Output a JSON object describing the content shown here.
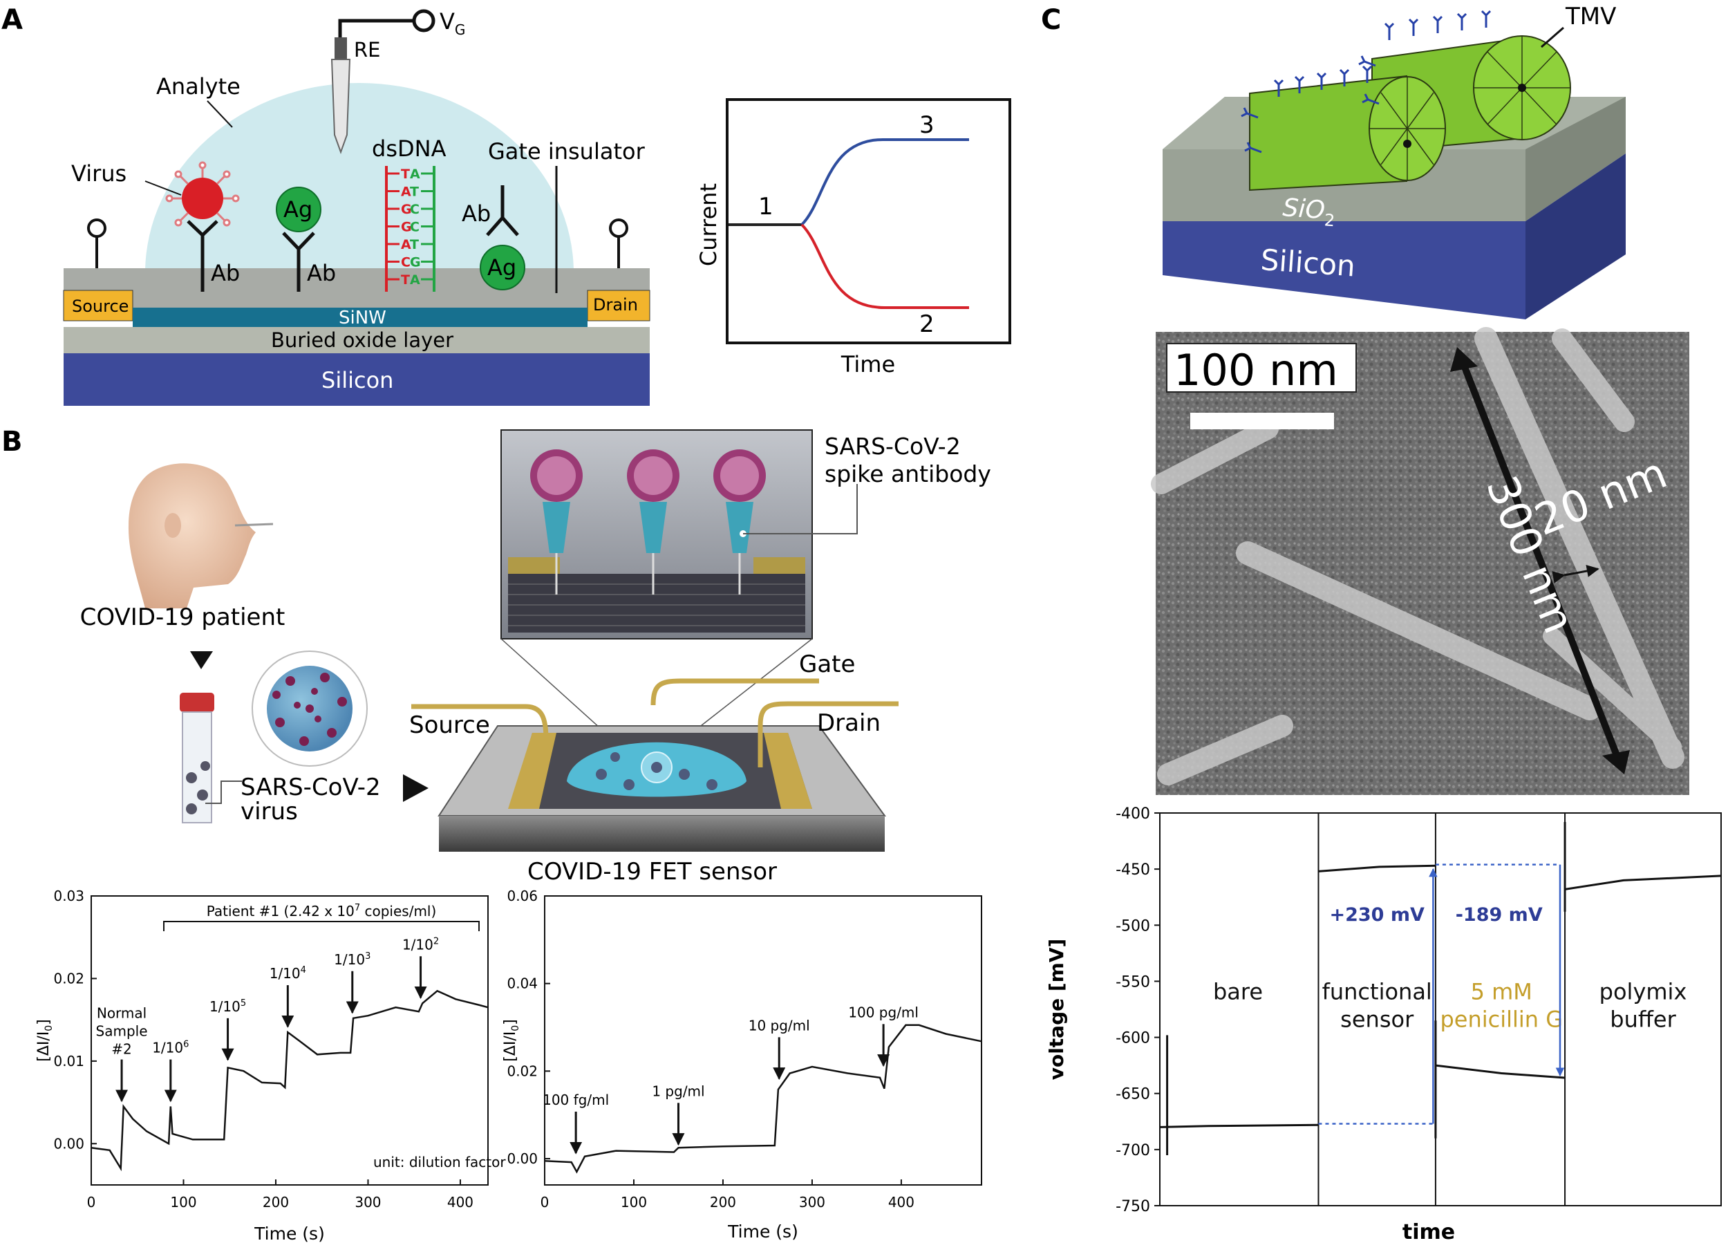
{
  "panel_labels": {
    "a": "A",
    "b": "B",
    "c": "C"
  },
  "panel_a": {
    "vg": "V",
    "vg_sub": "G",
    "re": "RE",
    "analyte": "Analyte",
    "virus": "Virus",
    "ag": "Ag",
    "ab": "Ab",
    "dsdna": "dsDNA",
    "gate_insulator": "Gate insulator",
    "source": "Source",
    "drain": "Drain",
    "sinw": "SiNW",
    "buried_oxide": "Buried oxide layer",
    "silicon": "Silicon",
    "dna_pairs": [
      [
        "T",
        "A"
      ],
      [
        "A",
        "T"
      ],
      [
        "G",
        "C"
      ],
      [
        "G",
        "C"
      ],
      [
        "A",
        "T"
      ],
      [
        "C",
        "G"
      ],
      [
        "T",
        "A"
      ]
    ],
    "colors": {
      "liquid": "#cfeaee",
      "silicon": "#3d4a9a",
      "oxide": "#b4b8ae",
      "sinw": "#17708f",
      "electrode": "#f2b42c",
      "virus": "#d91f26",
      "ag": "#22a544"
    }
  },
  "panel_a_chart": {
    "xlabel": "Time",
    "ylabel": "Current",
    "curve_labels": [
      "1",
      "2",
      "3"
    ],
    "colors": {
      "up": "#2e4d9e",
      "down": "#d6222a",
      "base": "#222222"
    }
  },
  "panel_b": {
    "patient": "COVID-19 patient",
    "virus_label_1": "SARS-CoV-2",
    "virus_label_2": "virus",
    "spike_1": "SARS-CoV-2",
    "spike_2": "spike antibody",
    "gate": "Gate",
    "source": "Source",
    "drain": "Drain",
    "sensor": "COVID-19 FET sensor"
  },
  "panel_c": {
    "tmv": "TMV",
    "sio2": "SiO",
    "sio2_sub": "2",
    "silicon": "Silicon",
    "scale": "100 nm",
    "len": "300 nm",
    "width": "20 nm"
  },
  "chart_data": [
    {
      "type": "line",
      "xlabel": "Time (s)",
      "ylabel": "[ΔI/I",
      "ylabel_sub": "0",
      "ylabel_end": "]",
      "xlim": [
        0,
        430
      ],
      "ylim": [
        -0.005,
        0.03
      ],
      "xticks": [
        0,
        100,
        200,
        300,
        400
      ],
      "yticks": [
        "0.00",
        "0.01",
        "0.02",
        "0.03"
      ],
      "bracket_label": "Patient #1 (2.42 x 10",
      "bracket_label_sup": "7",
      "bracket_label_end": " copies/ml)",
      "unit_note": "unit: dilution factor",
      "annotations": [
        {
          "x": 33,
          "y": 0.0045,
          "lines": [
            "Normal",
            "Sample",
            "#2"
          ]
        },
        {
          "x": 86,
          "y": 0.0045,
          "text": "1/10",
          "sup": "6"
        },
        {
          "x": 148,
          "y": 0.0095,
          "text": "1/10",
          "sup": "5"
        },
        {
          "x": 213,
          "y": 0.0135,
          "text": "1/10",
          "sup": "4"
        },
        {
          "x": 283,
          "y": 0.0152,
          "text": "1/10",
          "sup": "3"
        },
        {
          "x": 357,
          "y": 0.017,
          "text": "1/10",
          "sup": "2"
        }
      ],
      "points": [
        [
          0,
          -0.0005
        ],
        [
          20,
          -0.0008
        ],
        [
          32,
          -0.003
        ],
        [
          35,
          0.0045
        ],
        [
          45,
          0.003
        ],
        [
          60,
          0.0015
        ],
        [
          84,
          0.0
        ],
        [
          86,
          0.0045
        ],
        [
          88,
          0.0012
        ],
        [
          110,
          0.0005
        ],
        [
          140,
          0.0005
        ],
        [
          144,
          0.0005
        ],
        [
          148,
          0.0092
        ],
        [
          165,
          0.0088
        ],
        [
          185,
          0.0074
        ],
        [
          205,
          0.0073
        ],
        [
          210,
          0.0068
        ],
        [
          213,
          0.0135
        ],
        [
          225,
          0.0125
        ],
        [
          245,
          0.0108
        ],
        [
          270,
          0.011
        ],
        [
          281,
          0.011
        ],
        [
          284,
          0.0152
        ],
        [
          300,
          0.0155
        ],
        [
          330,
          0.0165
        ],
        [
          355,
          0.016
        ],
        [
          359,
          0.017
        ],
        [
          375,
          0.0185
        ],
        [
          395,
          0.0175
        ],
        [
          420,
          0.0168
        ],
        [
          430,
          0.0165
        ]
      ]
    },
    {
      "type": "line",
      "xlabel": "Time (s)",
      "ylabel": "[ΔI/I",
      "ylabel_sub": "0",
      "ylabel_end": "]",
      "xlim": [
        0,
        490
      ],
      "ylim": [
        -0.006,
        0.06
      ],
      "xticks": [
        0,
        100,
        200,
        300,
        400
      ],
      "yticks": [
        "0.00",
        "0.02",
        "0.04",
        "0.06"
      ],
      "annotations": [
        {
          "x": 35,
          "y": 0.0,
          "text": "100 fg/ml"
        },
        {
          "x": 150,
          "y": 0.002,
          "text": "1 pg/ml"
        },
        {
          "x": 263,
          "y": 0.017,
          "text": "10 pg/ml"
        },
        {
          "x": 380,
          "y": 0.02,
          "text": "100 pg/ml"
        }
      ],
      "points": [
        [
          0,
          -0.0005
        ],
        [
          30,
          -0.0008
        ],
        [
          36,
          -0.003
        ],
        [
          45,
          0.0005
        ],
        [
          80,
          0.0018
        ],
        [
          145,
          0.0015
        ],
        [
          150,
          0.0025
        ],
        [
          200,
          0.0028
        ],
        [
          258,
          0.003
        ],
        [
          262,
          0.0158
        ],
        [
          275,
          0.0195
        ],
        [
          300,
          0.021
        ],
        [
          340,
          0.0195
        ],
        [
          376,
          0.0185
        ],
        [
          381,
          0.016
        ],
        [
          386,
          0.0255
        ],
        [
          405,
          0.0305
        ],
        [
          420,
          0.0305
        ],
        [
          450,
          0.0285
        ],
        [
          490,
          0.0268
        ]
      ]
    },
    {
      "type": "line",
      "xlabel": "time",
      "ylabel": "voltage [mV]",
      "ylim": [
        -750,
        -400
      ],
      "yticks": [
        "-400",
        "-450",
        "-500",
        "-550",
        "-600",
        "-650",
        "-700",
        "-750"
      ],
      "region_labels": [
        [
          "bare"
        ],
        [
          "functional",
          "sensor"
        ],
        [
          "5 mM",
          "penicillin G"
        ],
        [
          "polymix",
          "buffer"
        ]
      ],
      "deltas": [
        "+230 mV",
        "-189 mV"
      ],
      "segments": [
        [
          [
            0,
            -680
          ],
          [
            20,
            -679
          ],
          [
            65,
            -678
          ]
        ],
        [
          [
            65,
            -452
          ],
          [
            90,
            -448
          ],
          [
            113,
            -447
          ]
        ],
        [
          [
            113,
            -625
          ],
          [
            140,
            -632
          ],
          [
            166,
            -636
          ]
        ],
        [
          [
            166,
            -468
          ],
          [
            190,
            -460
          ],
          [
            230,
            -456
          ]
        ]
      ],
      "delta_colors": {
        "line": "#3a62c7",
        "text": "#2d3c96",
        "penicillin": "#c49e2a"
      }
    }
  ]
}
